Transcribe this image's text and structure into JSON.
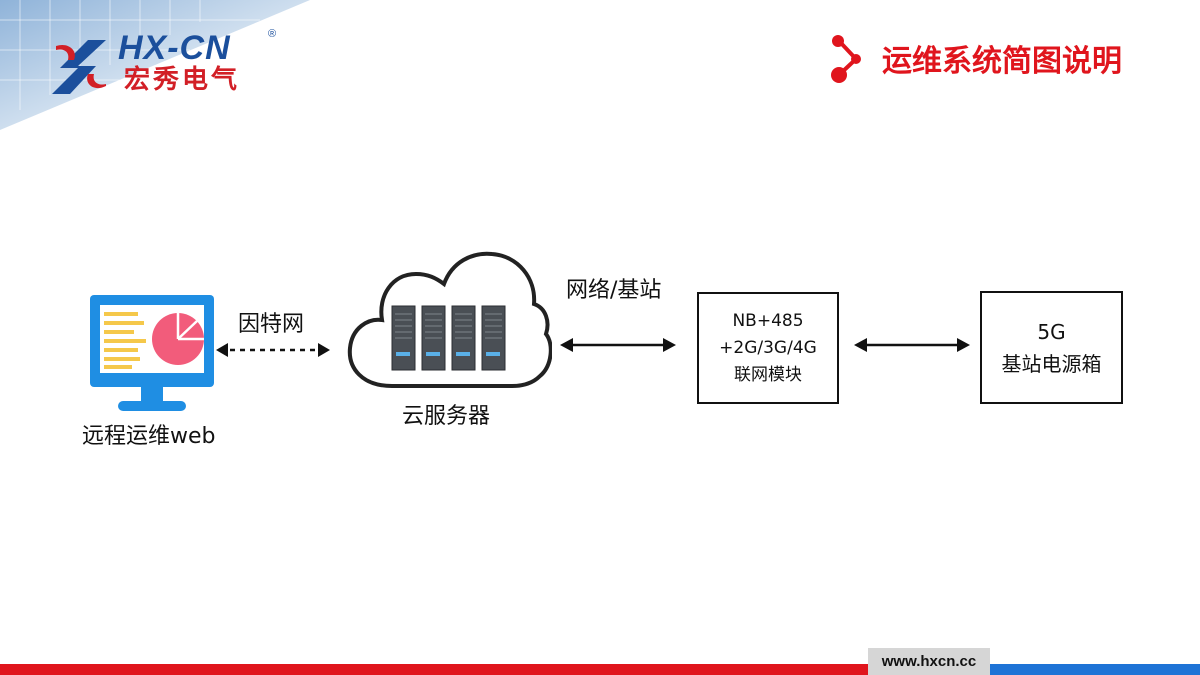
{
  "brand": {
    "name_en": "HX-CN",
    "registered_mark": "®",
    "name_cn": "宏秀电气"
  },
  "header": {
    "title": "运维系统简图说明"
  },
  "diagram": {
    "nodes": {
      "web": {
        "label": "远程运维web"
      },
      "cloud": {
        "label": "云服务器"
      },
      "module": {
        "lines": [
          "NB+485",
          "+2G/3G/4G",
          "联网模块"
        ]
      },
      "base_station": {
        "lines": [
          "5G",
          "基站电源箱"
        ]
      }
    },
    "edges": {
      "web_cloud": {
        "label": "因特网",
        "style": "dashed",
        "direction": "both"
      },
      "cloud_module": {
        "label": "网络/基站",
        "style": "solid",
        "direction": "both"
      },
      "module_base": {
        "label": "",
        "style": "solid",
        "direction": "both"
      }
    }
  },
  "footer": {
    "url": "www.hxcn.cc"
  },
  "colors": {
    "accent_red": "#e0151d",
    "brand_blue": "#1b4f9c",
    "footer_blue": "#1e73d6",
    "monitor_blue": "#1f8ee3",
    "pie_pink": "#f25c7b",
    "bars_yellow": "#f5c84a"
  }
}
